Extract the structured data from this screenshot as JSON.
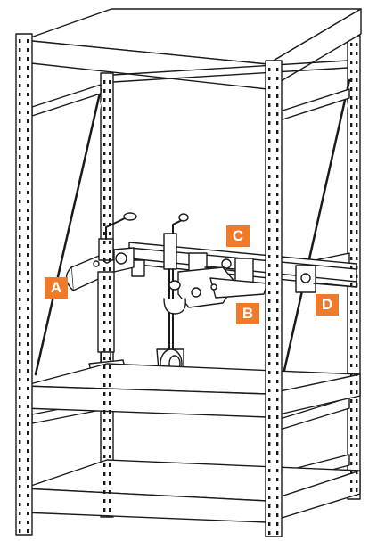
{
  "colors": {
    "callout_background": "#ee7a2a",
    "callout_text": "#ffffff",
    "line": "#1a1a1a",
    "fill": "#ffffff"
  },
  "callouts": {
    "a": "A",
    "b": "B",
    "c": "C",
    "d": "D"
  }
}
